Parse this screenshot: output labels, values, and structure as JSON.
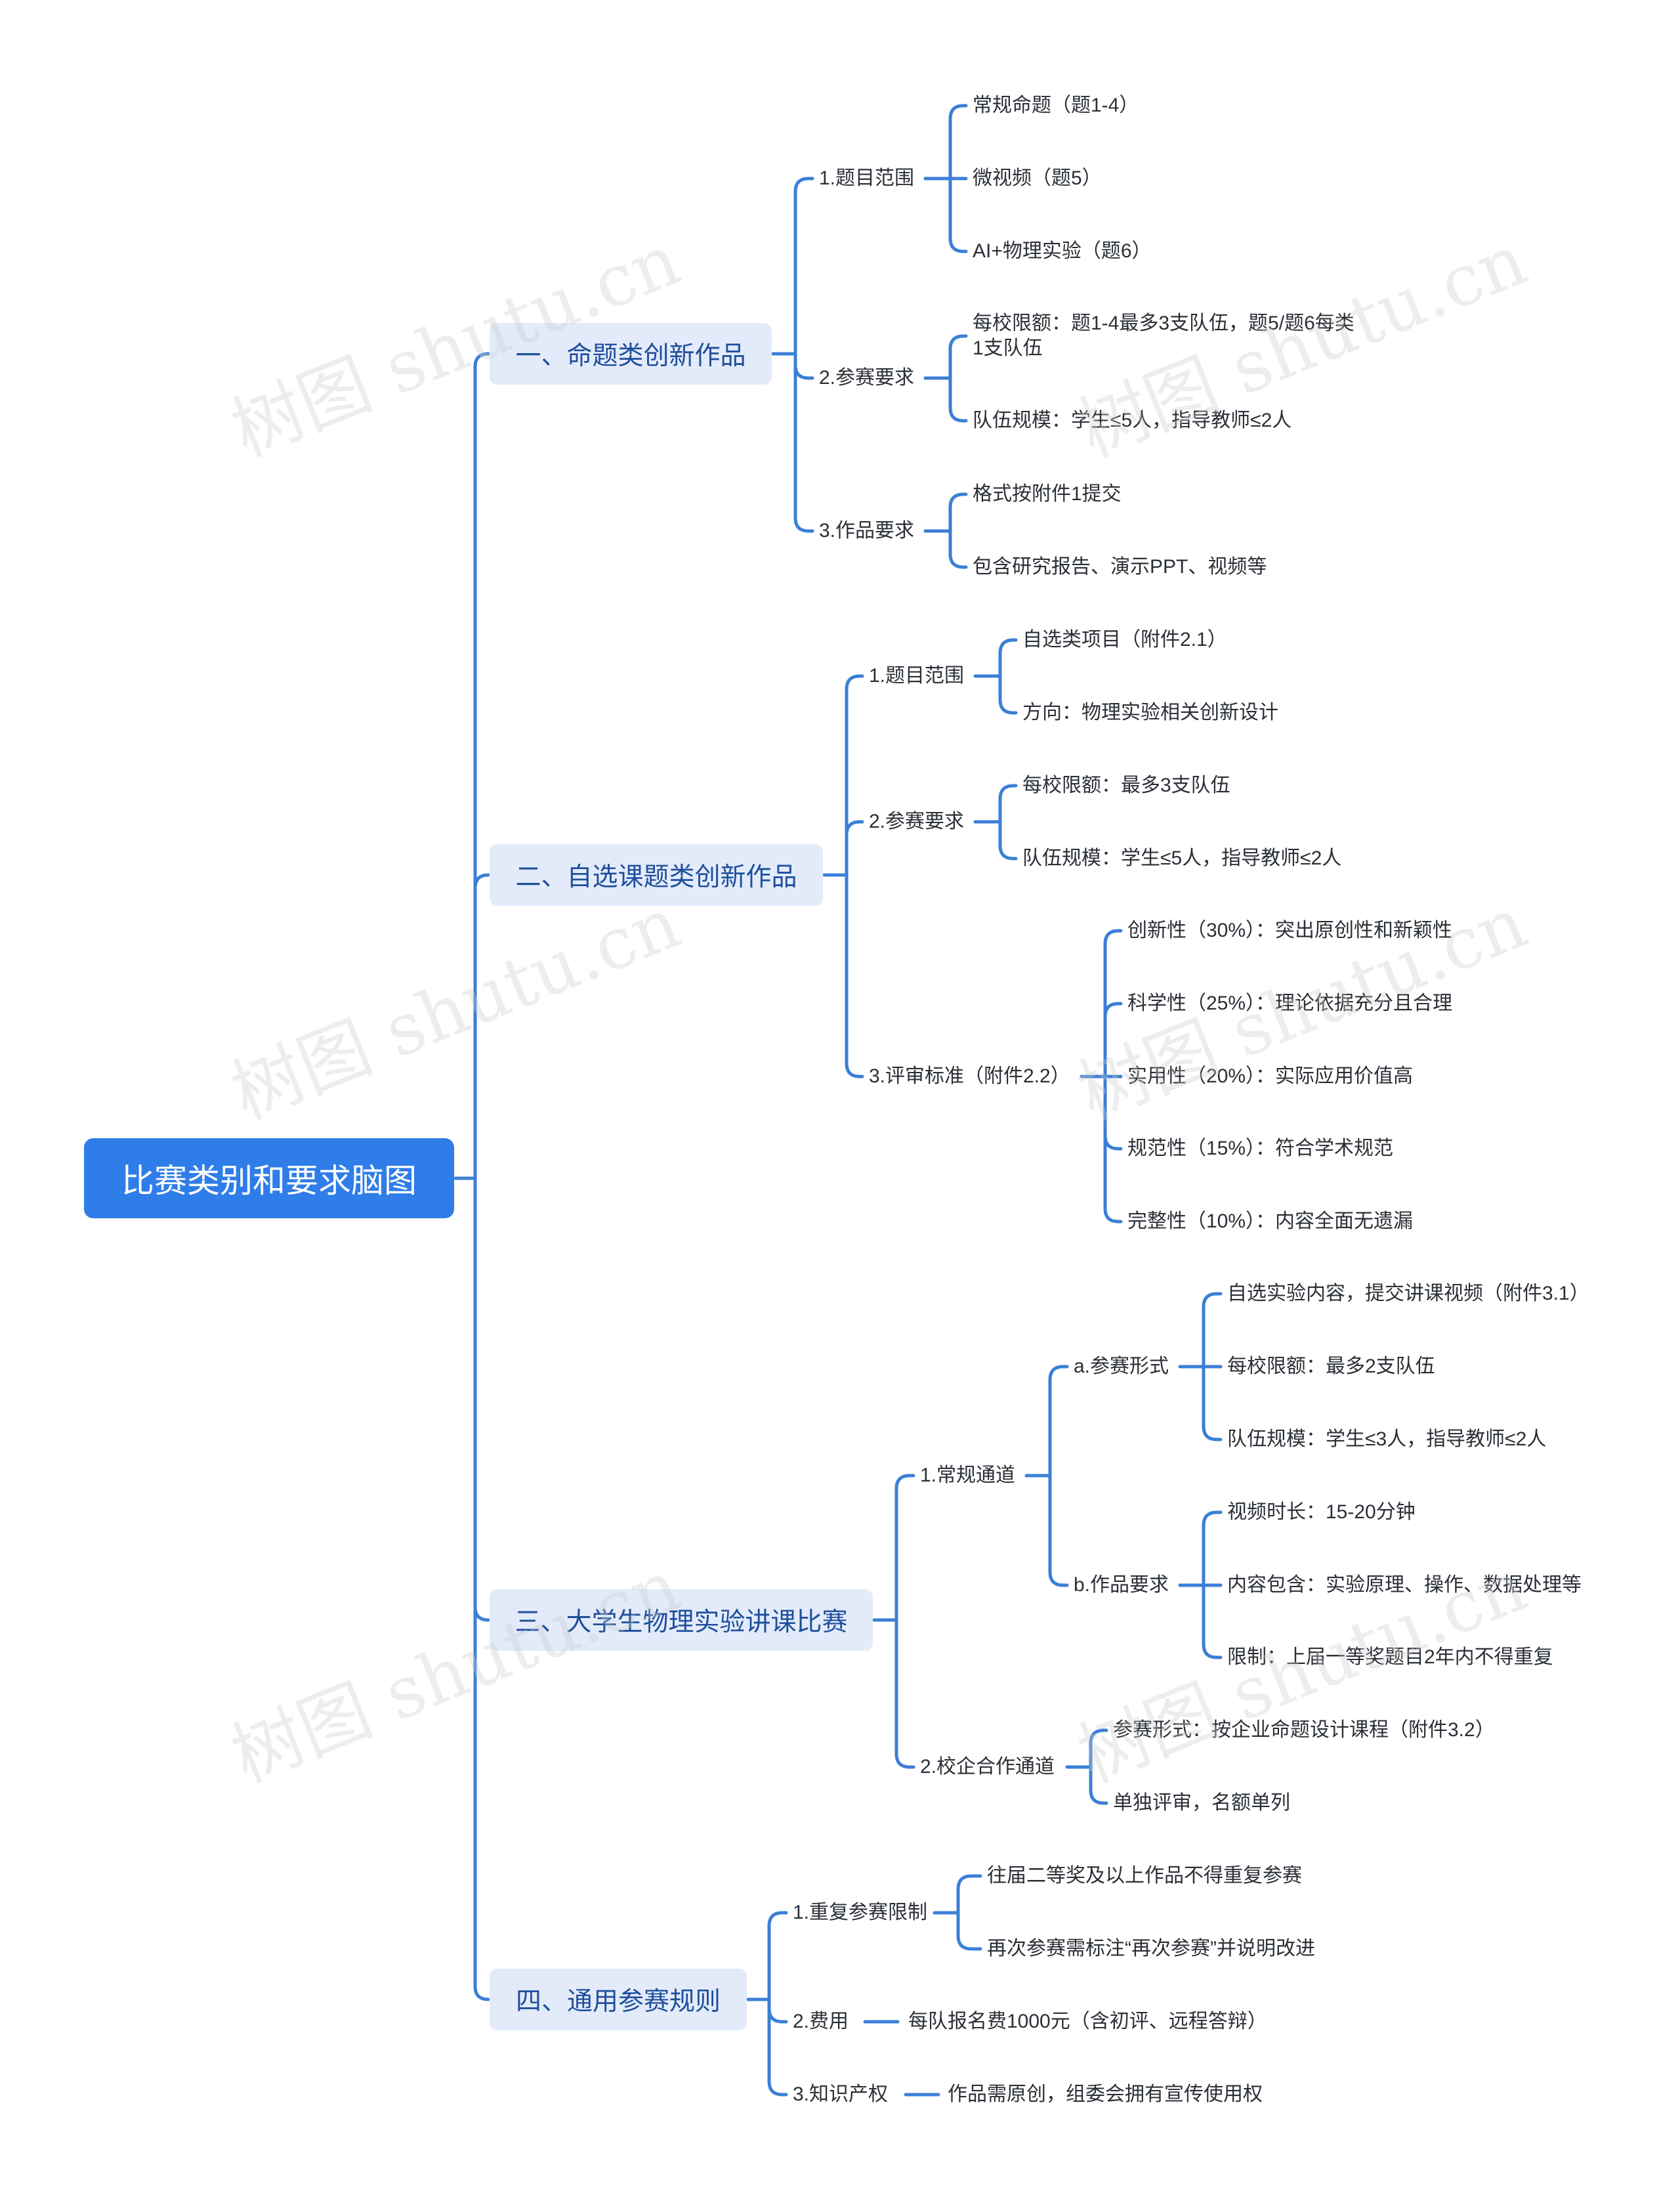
{
  "watermark": "树图 shutu.cn",
  "colors": {
    "root_bg": "#2f7de8",
    "branch_bg": "#e3ebfa",
    "branch_text": "#1f4f9c",
    "line": "#3b7fd6"
  },
  "root": "比赛类别和要求脑图",
  "branches": [
    {
      "label": "一、命题类创新作品",
      "children": [
        {
          "label": "1.题目范围",
          "children": [
            "常规命题（题1-4）",
            "微视频（题5）",
            "AI+物理实验（题6）"
          ]
        },
        {
          "label": "2.参赛要求",
          "children": [
            [
              "每校限额：题1-4最多3支队伍，题5/题6每类",
              "1支队伍"
            ],
            "队伍规模：学生≤5人，指导教师≤2人"
          ]
        },
        {
          "label": "3.作品要求",
          "children": [
            "格式按附件1提交",
            "包含研究报告、演示PPT、视频等"
          ]
        }
      ]
    },
    {
      "label": "二、自选课题类创新作品",
      "children": [
        {
          "label": "1.题目范围",
          "children": [
            "自选类项目（附件2.1）",
            "方向：物理实验相关创新设计"
          ]
        },
        {
          "label": "2.参赛要求",
          "children": [
            "每校限额：最多3支队伍",
            "队伍规模：学生≤5人，指导教师≤2人"
          ]
        },
        {
          "label": "3.评审标准（附件2.2）",
          "children": [
            "创新性（30%）：突出原创性和新颖性",
            "科学性（25%）：理论依据充分且合理",
            "实用性（20%）：实际应用价值高",
            "规范性（15%）：符合学术规范",
            "完整性（10%）：内容全面无遗漏"
          ]
        }
      ]
    },
    {
      "label": "三、大学生物理实验讲课比赛",
      "children": [
        {
          "label": "1.常规通道",
          "children": [
            {
              "label": "a.参赛形式",
              "children": [
                "自选实验内容，提交讲课视频（附件3.1）",
                "每校限额：最多2支队伍",
                "队伍规模：学生≤3人，指导教师≤2人"
              ]
            },
            {
              "label": "b.作品要求",
              "children": [
                "视频时长：15-20分钟",
                "内容包含：实验原理、操作、数据处理等",
                "限制：上届一等奖题目2年内不得重复"
              ]
            }
          ]
        },
        {
          "label": "2.校企合作通道",
          "children": [
            "参赛形式：按企业命题设计课程（附件3.2）",
            "单独评审，名额单列"
          ]
        }
      ]
    },
    {
      "label": "四、通用参赛规则",
      "children": [
        {
          "label": "1.重复参赛限制",
          "children": [
            "往届二等奖及以上作品不得重复参赛",
            "再次参赛需标注“再次参赛”并说明改进"
          ]
        },
        {
          "label": "2.费用",
          "children": [
            "每队报名费1000元（含初评、远程答辩）"
          ]
        },
        {
          "label": "3.知识产权",
          "children": [
            "作品需原创，组委会拥有宣传使用权"
          ]
        }
      ]
    }
  ]
}
